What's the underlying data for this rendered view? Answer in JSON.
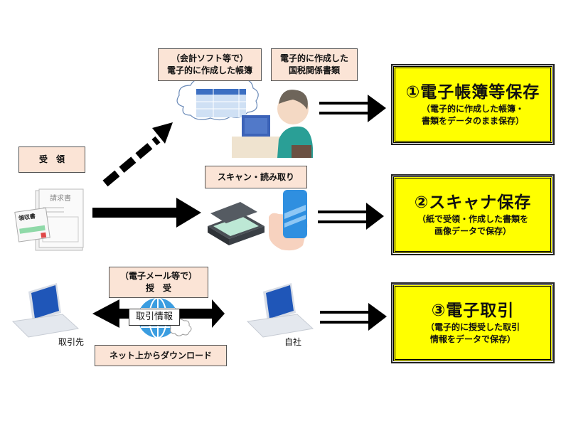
{
  "flow_top": {
    "label_accounting": [
      "（会計ソフト等で）",
      "電子的に作成した帳簿"
    ],
    "label_tax_docs": [
      "電子的に作成した",
      "国税関係書類"
    ],
    "result": {
      "title": "①電子帳簿等保存",
      "description": [
        "（電子的に作成した帳簿・",
        "書類をデータのまま保存）"
      ]
    },
    "illustration": "person-at-computer-with-ledger-cloud"
  },
  "flow_middle": {
    "label_receipt": "受　領",
    "label_scan": "スキャン・読み取り",
    "result": {
      "title": "②スキャナ保存",
      "description": [
        "（紙で受領・作成した書類を",
        "画像データで保存）"
      ]
    },
    "illustrations": [
      "paper-documents-icon",
      "scanner-icon",
      "smartphone-icon"
    ],
    "doc_labels": {
      "invoice": "請求書",
      "receipt": "領収書"
    }
  },
  "flow_bottom": {
    "label_email": [
      "（電子メール等で）",
      "授　受"
    ],
    "label_info": "取引情報",
    "label_download": "ネット上からダウンロード",
    "party_left": "取引先",
    "party_right": "自社",
    "result": {
      "title": "③電子取引",
      "description": [
        "（電子的に授受した取引",
        "情報をデータで保存）"
      ]
    },
    "illustrations": [
      "laptop-icon",
      "globe-icon",
      "laptop-icon"
    ]
  },
  "colors": {
    "label_bg": "#fbe4d6",
    "result_bg": "#ffff00",
    "arrow": "#000000",
    "accent_blue": "#3b7fd0"
  }
}
